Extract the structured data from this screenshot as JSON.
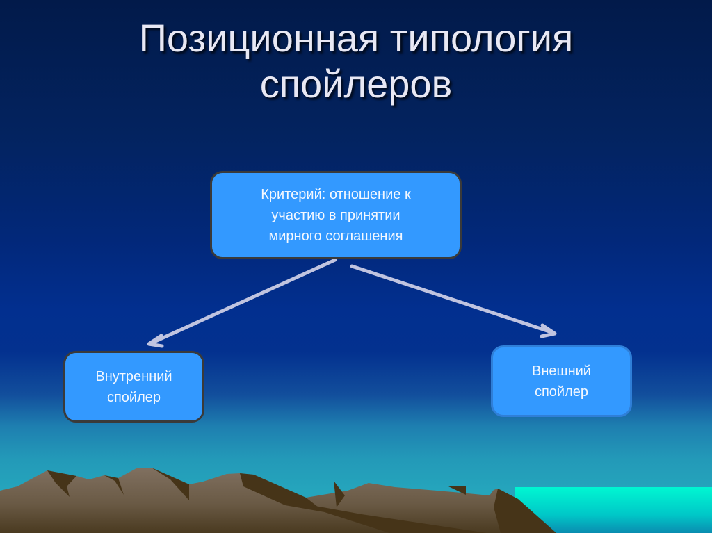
{
  "slide": {
    "title_line1": "Позиционная типология",
    "title_line2": "спойлеров"
  },
  "diagram": {
    "root": {
      "line1": "Критерий: отношение к",
      "line2": "участию в принятии",
      "line3": "мирного соглашения"
    },
    "children": [
      {
        "line1": "Внутренний",
        "line2": "спойлер"
      },
      {
        "line1": "Внешний",
        "line2": "спойлер"
      }
    ],
    "edges": [
      {
        "from": "root",
        "to": "children.0"
      },
      {
        "from": "root",
        "to": "children.1"
      }
    ]
  },
  "colors": {
    "box_fill": "#3399ff",
    "arrow": "#c0c4e0",
    "sea": "#00f5d0",
    "mountain_light": "#7a6a58",
    "mountain_dark": "#463418"
  }
}
